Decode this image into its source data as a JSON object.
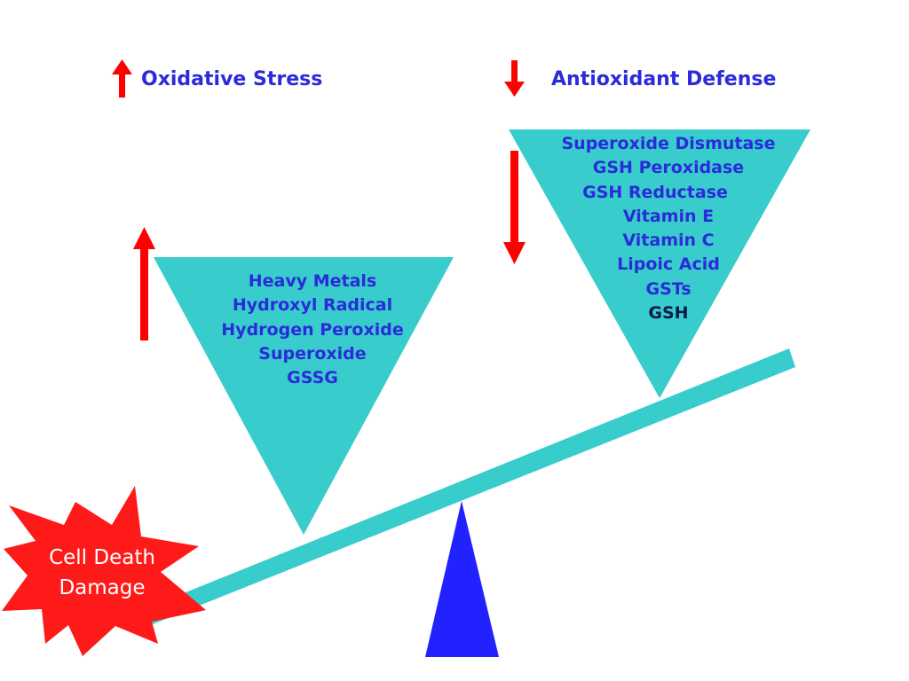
{
  "colors": {
    "teal": "#38cccc",
    "fulcrum": "#2222ff",
    "arrow": "#ff0000",
    "text_blue": "#2b2bd9",
    "text_navy": "#0a1a4a",
    "burst": "#ff1a1a",
    "burst_text": "#ffffff"
  },
  "oxidative_stress": {
    "heading": "Oxidative Stress",
    "heading_icon": "up-arrow-icon",
    "items": [
      {
        "label": "Heavy Metals"
      },
      {
        "label": "Hydroxyl Radical"
      },
      {
        "label": "Hydrogen Peroxide"
      },
      {
        "label": "Superoxide"
      },
      {
        "label": "GSSG"
      }
    ]
  },
  "antioxidant_defense": {
    "heading": "Antioxidant Defense",
    "heading_icon": "down-arrow-icon",
    "items": [
      {
        "label": "Superoxide Dismutase"
      },
      {
        "label": "GSH Peroxidase"
      },
      {
        "label": "GSH Reductase"
      },
      {
        "label": "Vitamin E"
      },
      {
        "label": "Vitamin C"
      },
      {
        "label": "Lipoic Acid"
      },
      {
        "label": "GSTs"
      },
      {
        "label": "GSH",
        "highlight": true
      }
    ]
  },
  "outcome": {
    "line1": "Cell Death",
    "line2": "Damage",
    "icon": "burst-icon"
  }
}
